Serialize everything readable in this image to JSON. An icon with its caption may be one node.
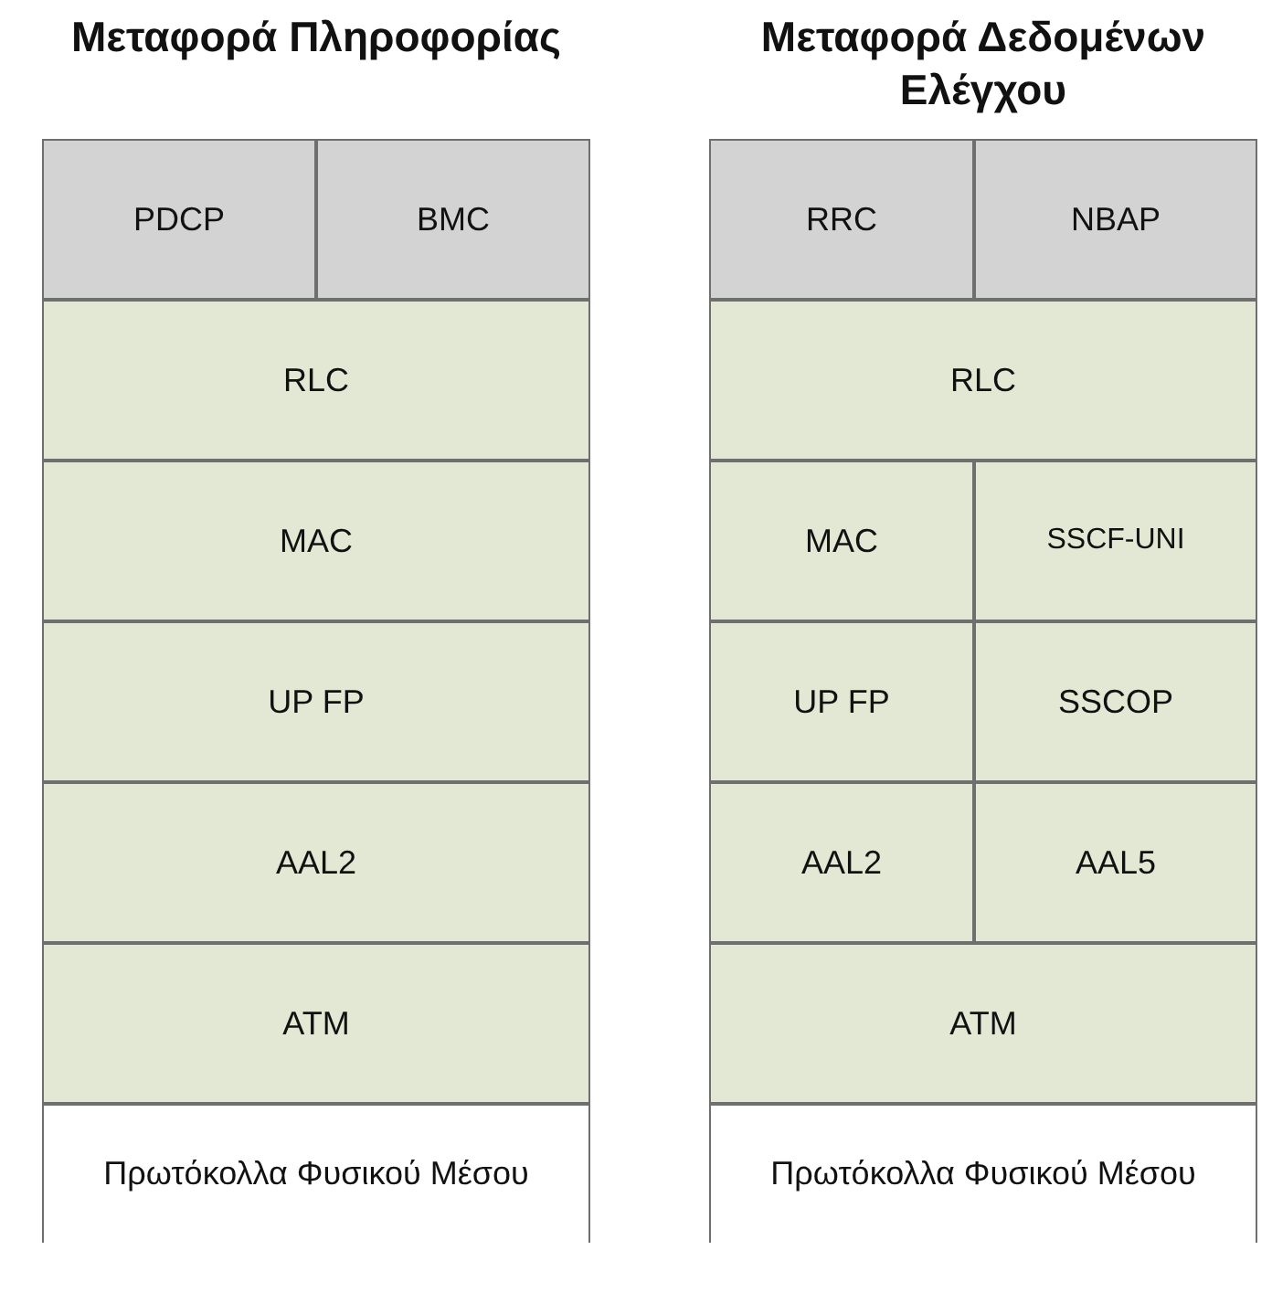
{
  "diagram": {
    "nodes": [
      {
        "text": [
          "Μεταφορά Πληροφορίας"
        ]
      },
      {
        "text": [
          "PDCP"
        ],
        "in": 0
      },
      {
        "text": [
          "BMC"
        ],
        "in": 0
      },
      {
        "text": [
          "RLC"
        ],
        "in": 0
      },
      {
        "text": [
          "MAC"
        ],
        "in": 0
      },
      {
        "text": [
          "UP FP"
        ],
        "in": 0
      },
      {
        "text": [
          "AAL2"
        ],
        "in": 0
      },
      {
        "text": [
          "ATM"
        ],
        "in": 0
      },
      {
        "text": [
          "Πρωτόκολλα Φυσικού Μέσου"
        ],
        "in": 0
      },
      {
        "text": [
          "Μεταφορά Δεδομένων Ελέγχου"
        ]
      },
      {
        "text": [
          "RRC"
        ],
        "in": 9
      },
      {
        "text": [
          "NBAP"
        ],
        "in": 9
      },
      {
        "text": [
          "RLC"
        ],
        "in": 9
      },
      {
        "text": [
          "MAC"
        ],
        "in": 9
      },
      {
        "text": [
          "SSCF-UNI"
        ],
        "in": 9
      },
      {
        "text": [
          "UP FP"
        ],
        "in": 9
      },
      {
        "text": [
          "SSCOP"
        ],
        "in": 9
      },
      {
        "text": [
          "AAL2"
        ],
        "in": 9
      },
      {
        "text": [
          "AAL5"
        ],
        "in": 9
      },
      {
        "text": [
          "ATM"
        ],
        "in": 9
      },
      {
        "text": [
          "Πρωτόκολλα Φυσικού Μέσου"
        ],
        "in": 9
      }
    ]
  }
}
